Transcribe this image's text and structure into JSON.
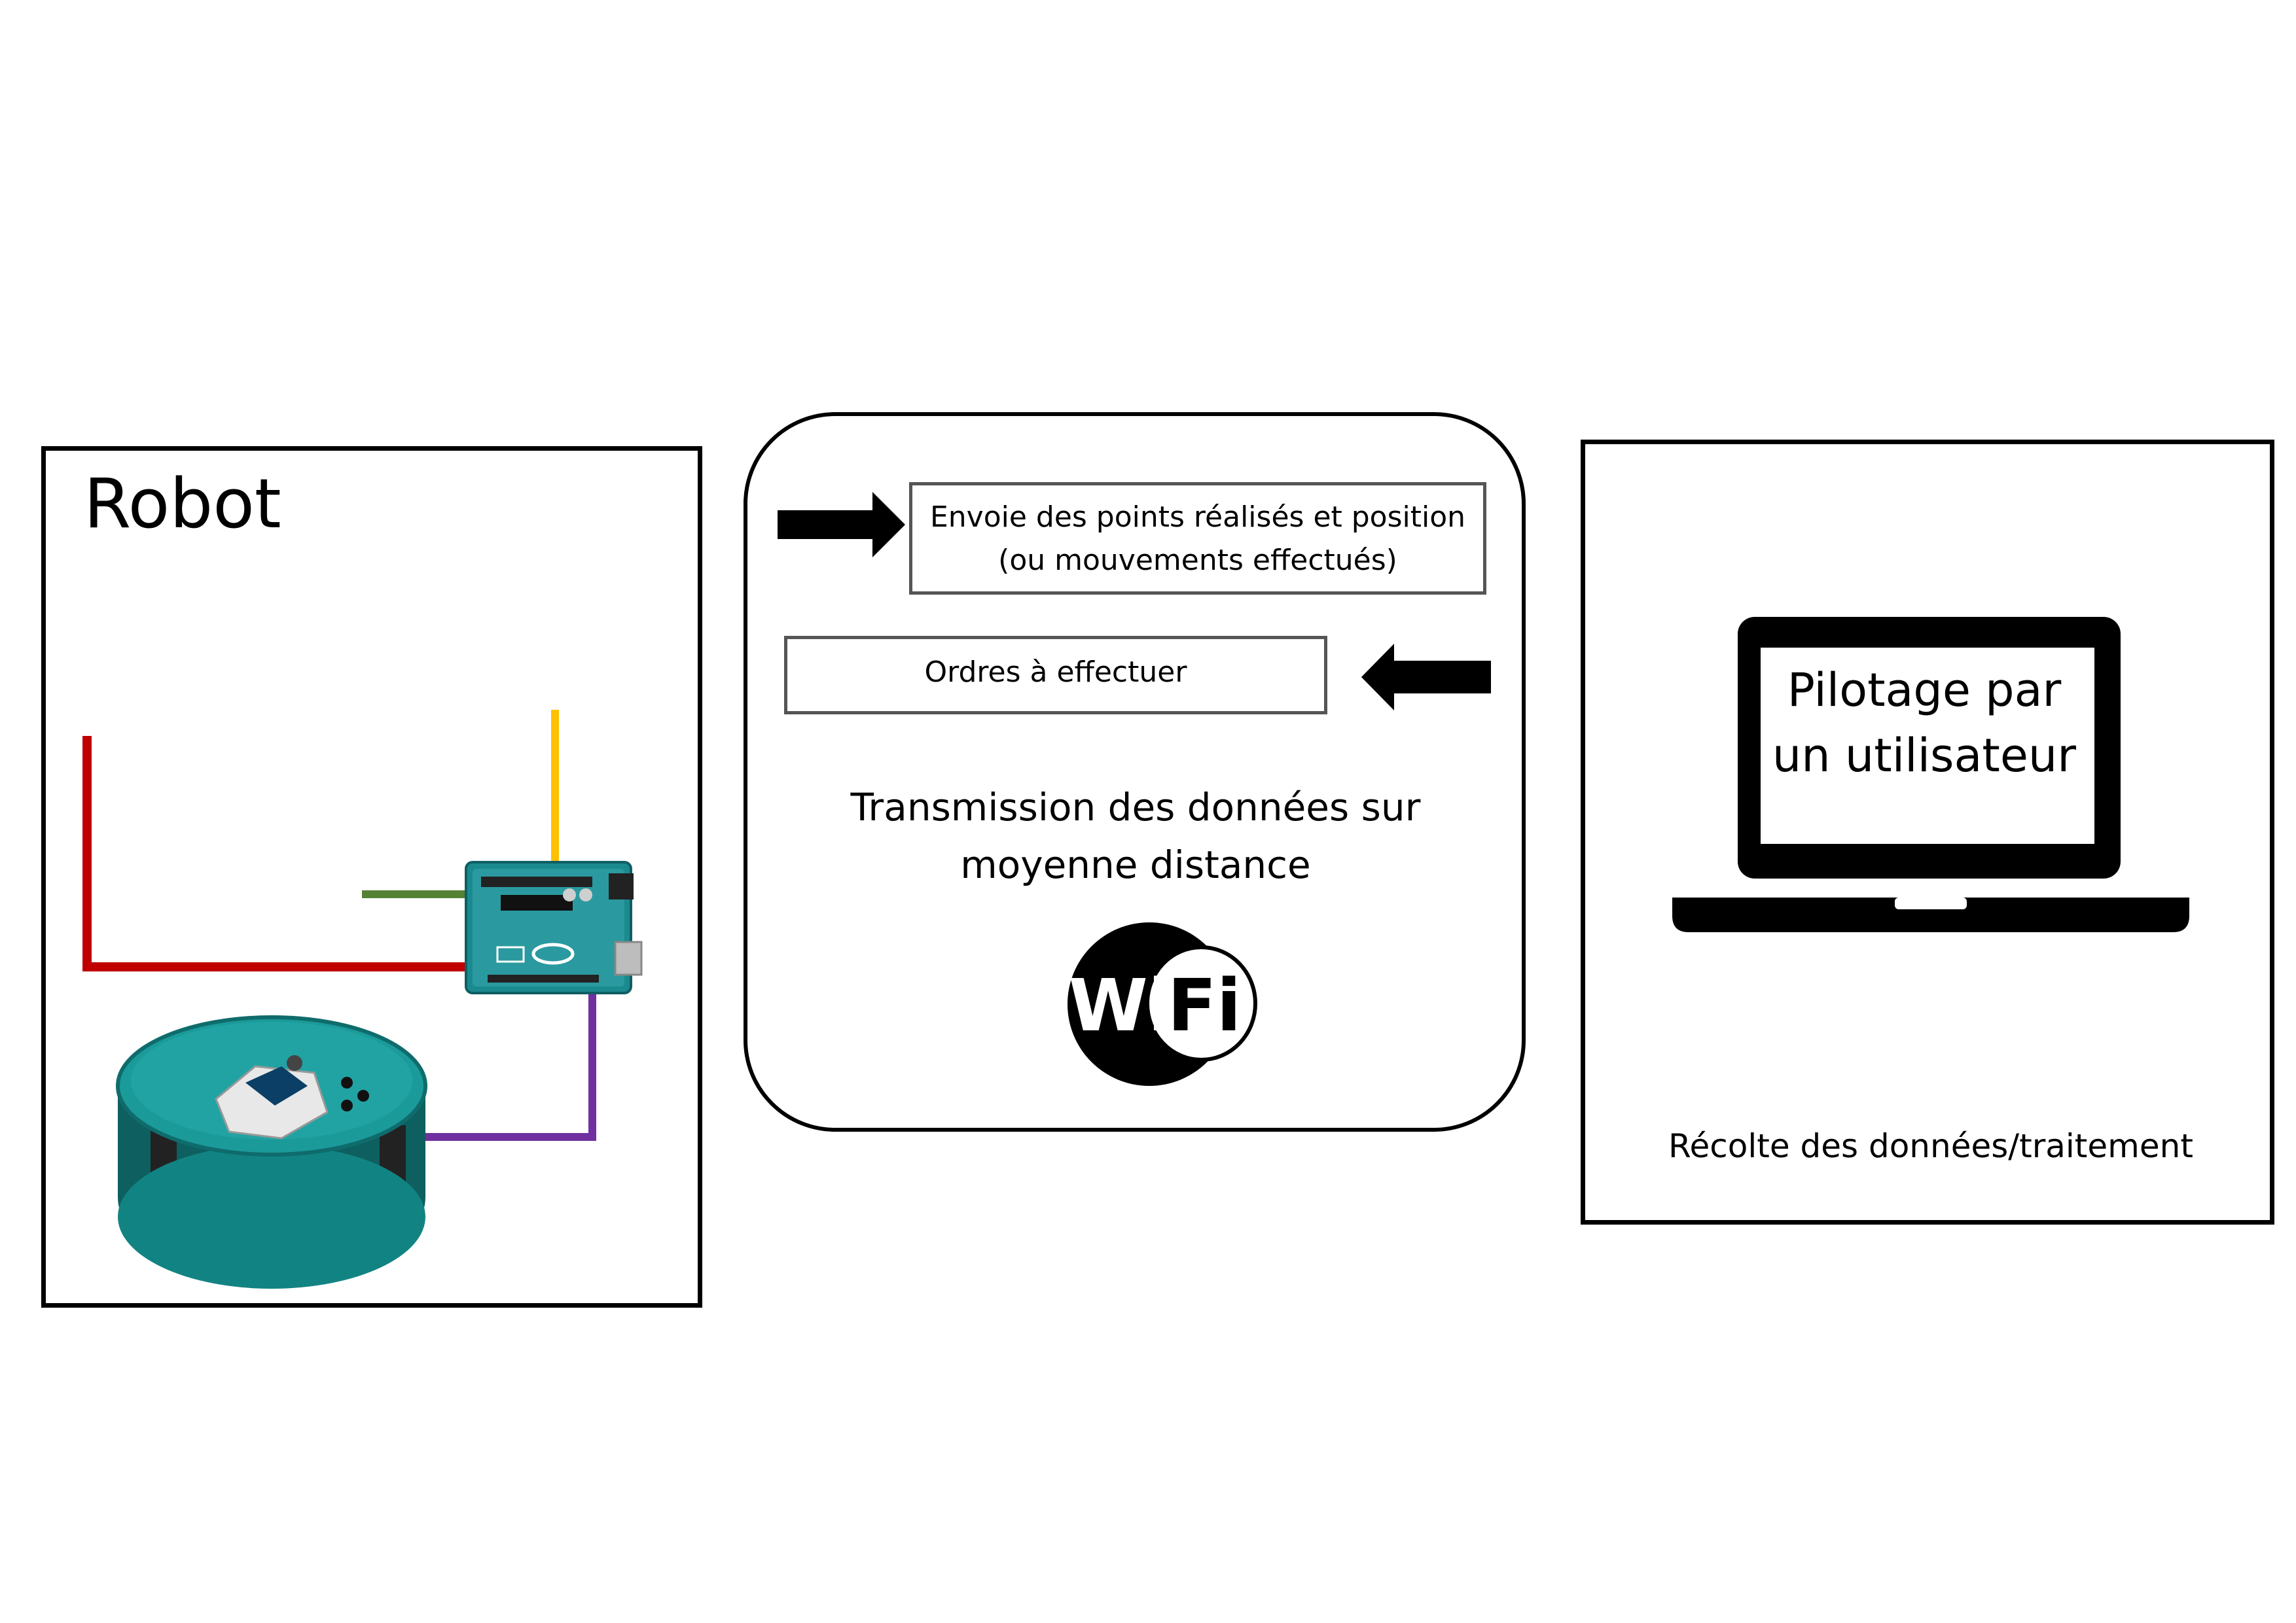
{
  "robot": {
    "title": "Robot"
  },
  "transmission": {
    "send_label": "Envoie des points réalisés et position (ou mouvements effectués)",
    "orders_label": "Ordres à effectuer",
    "caption": "Transmission des données sur moyenne distance",
    "wifi_logo": "Wi Fi"
  },
  "pc": {
    "screen_text": "Pilotage par un utilisateur",
    "caption": "Récolte des données/traitement"
  },
  "colors": {
    "wire_red": "#c00000",
    "wire_yellow": "#ffc000",
    "wire_green": "#548235",
    "wire_purple": "#7030a0",
    "board_teal": "#1b8a8f"
  }
}
